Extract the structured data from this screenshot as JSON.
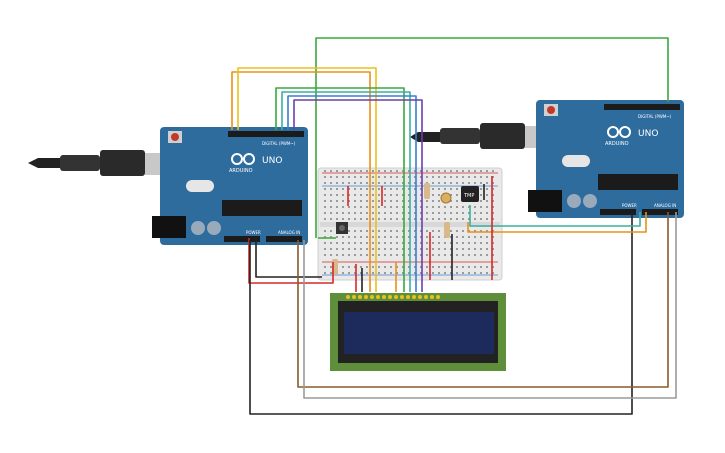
{
  "left_arduino": {
    "brand_label": "ARDUINO",
    "model_label": "UNO",
    "digital_label": "DIGITAL (PWM~)",
    "power_label": "POWER",
    "analog_label": "ANALOG IN"
  },
  "right_arduino": {
    "brand_label": "ARDUINO",
    "model_label": "UNO",
    "digital_label": "DIGITAL (PWM~)",
    "power_label": "POWER",
    "analog_label": "ANALOG IN"
  },
  "sensor": {
    "label": "TMP"
  },
  "colors": {
    "board": "#2f6c9e",
    "breadboard": "#e9e9e9",
    "lcd_frame": "#5f8f3a",
    "lcd_screen": "#1c2a5c",
    "wire_red": "#d62828",
    "wire_black": "#222222",
    "wire_orange": "#e8901c",
    "wire_yellow": "#e8c21c",
    "wire_green": "#3aa83a",
    "wire_teal": "#3bb0a0",
    "wire_blue": "#3a7fd0",
    "wire_purple": "#6b3fb0",
    "wire_brown": "#8a5a2a",
    "wire_gray": "#9a9a9a"
  }
}
